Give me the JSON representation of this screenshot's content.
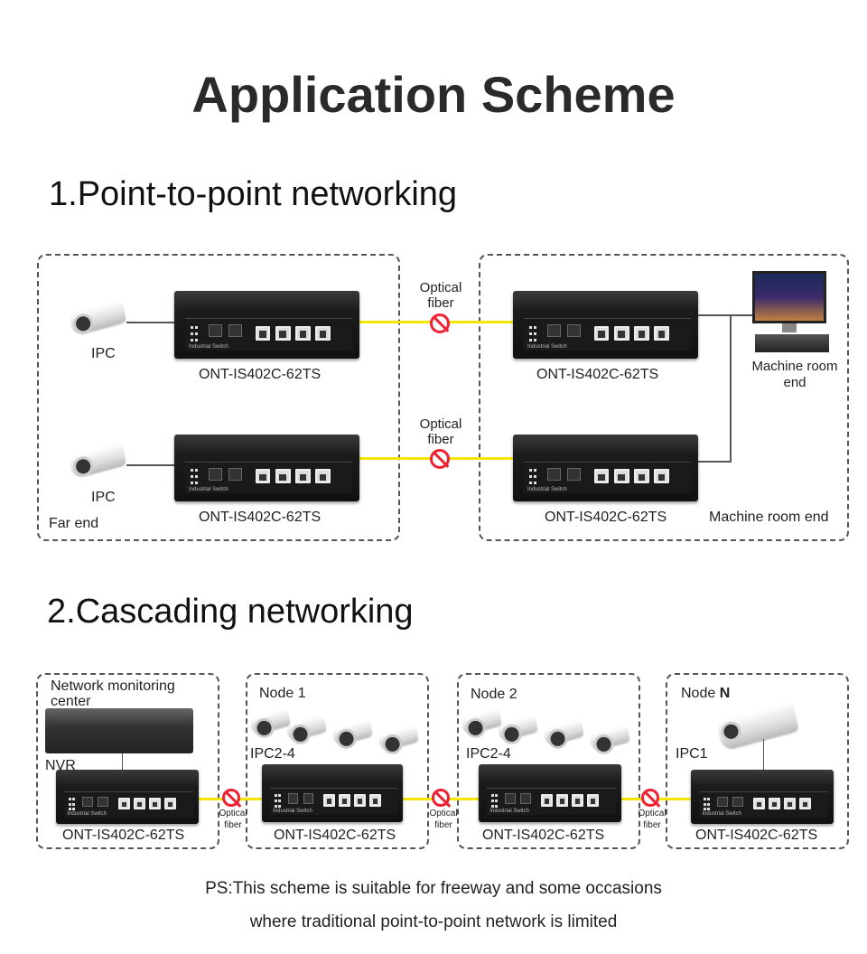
{
  "title": "Application Scheme",
  "section1": {
    "heading": "1.Point-to-point networking",
    "ipc": "IPC",
    "far_end": "Far end",
    "fiber": "Optical fiber",
    "model": "ONT-IS402C-62TS",
    "machine_room_end": "Machine room end",
    "machine_room_end_top": "Machine room end"
  },
  "section2": {
    "heading": "2.Cascading networking",
    "center": "Network monitoring center",
    "nvr": "NVR",
    "node1": "Node 1",
    "node2": "Node 2",
    "nodeN_prefix": "Node ",
    "nodeN_suffix": "N",
    "ipc24": "IPC2-4",
    "ipc1": "IPC1",
    "fiber_a": "Optical",
    "fiber_b": "fiber",
    "model": "ONT-IS402C-62TS"
  },
  "device": {
    "brand": "Industrial Switch"
  },
  "note": {
    "line1": "PS:This scheme is suitable for freeway and some occasions",
    "line2": "where traditional point-to-point network is limited"
  },
  "colors": {
    "fiber": "#f5e600",
    "no_signal": "#e22233"
  }
}
